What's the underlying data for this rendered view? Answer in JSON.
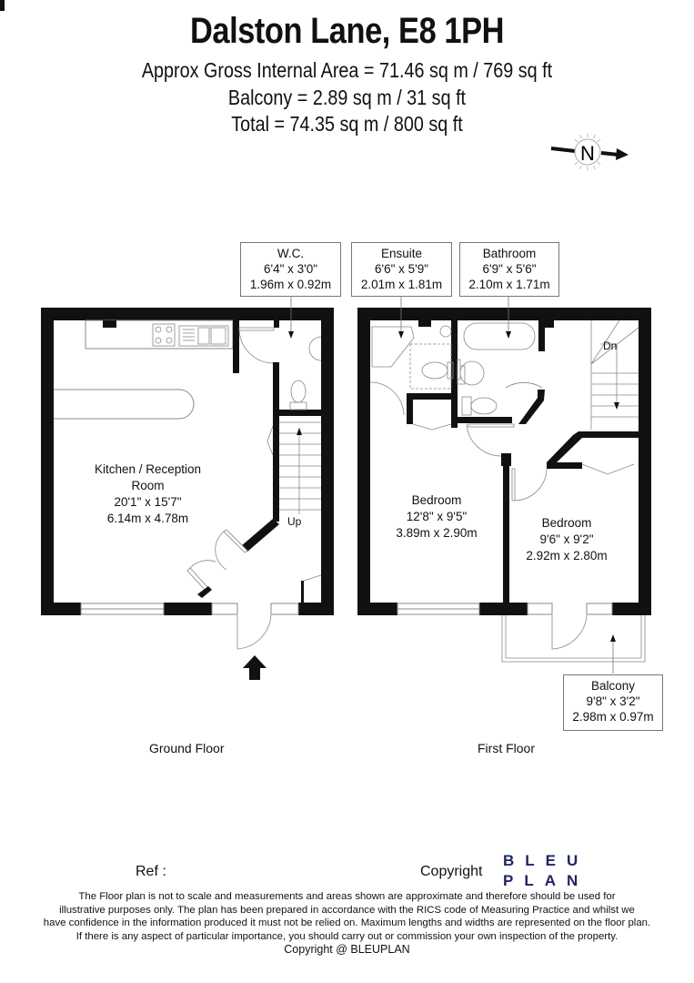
{
  "header": {
    "title": "Dalston Lane, E8 1PH",
    "gross_internal_area": "Approx Gross Internal Area = 71.46 sq m / 769 sq ft",
    "balcony_area": "Balcony = 2.89 sq m / 31 sq ft",
    "total_area": "Total = 74.35 sq m / 800 sq ft"
  },
  "compass": {
    "label": "N",
    "icon": "north-arrow-icon"
  },
  "ground_floor": {
    "label": "Ground Floor",
    "kitchen": {
      "name": "Kitchen / Reception",
      "name2": "Room",
      "imperial": "20'1\" x 15'7\"",
      "metric": "6.14m x 4.78m"
    },
    "wc": {
      "name": "W.C.",
      "imperial": "6'4\" x 3'0\"",
      "metric": "1.96m x 0.92m"
    },
    "stairs_label": "Up"
  },
  "first_floor": {
    "label": "First Floor",
    "ensuite": {
      "name": "Ensuite",
      "imperial": "6'6\" x 5'9\"",
      "metric": "2.01m x 1.81m"
    },
    "bathroom": {
      "name": "Bathroom",
      "imperial": "6'9\" x 5'6\"",
      "metric": "2.10m x 1.71m"
    },
    "bedroom1": {
      "name": "Bedroom",
      "imperial": "12'8\" x 9'5\"",
      "metric": "3.89m x 2.90m"
    },
    "bedroom2": {
      "name": "Bedroom",
      "imperial": "9'6\" x 9'2\"",
      "metric": "2.92m x 2.80m"
    },
    "balcony": {
      "name": "Balcony",
      "imperial": "9'8\" x 3'2\"",
      "metric": "2.98m x 0.97m"
    },
    "stairs_label": "Dn"
  },
  "footer": {
    "ref_label": "Ref  :",
    "copyright_label": "Copyright",
    "logo_line1": "BLEU",
    "logo_line2": "PLAN",
    "logo_color": "#1f2563",
    "disclaimer_1": "The Floor plan is not to scale and measurements and areas shown are approximate and therefore should be used for",
    "disclaimer_2": "illustrative purposes only. The plan has been prepared in accordance with the RICS code of Measuring Practice and whilst we",
    "disclaimer_3": "have confidence in the information produced it must not be relied on. Maximum lengths and widths are represented on the floor plan.",
    "disclaimer_4": "If there is any aspect of particular importance, you should carry out or commission your own inspection of the property.",
    "disclaimer_copyright": "Copyright @ BLEUPLAN"
  }
}
